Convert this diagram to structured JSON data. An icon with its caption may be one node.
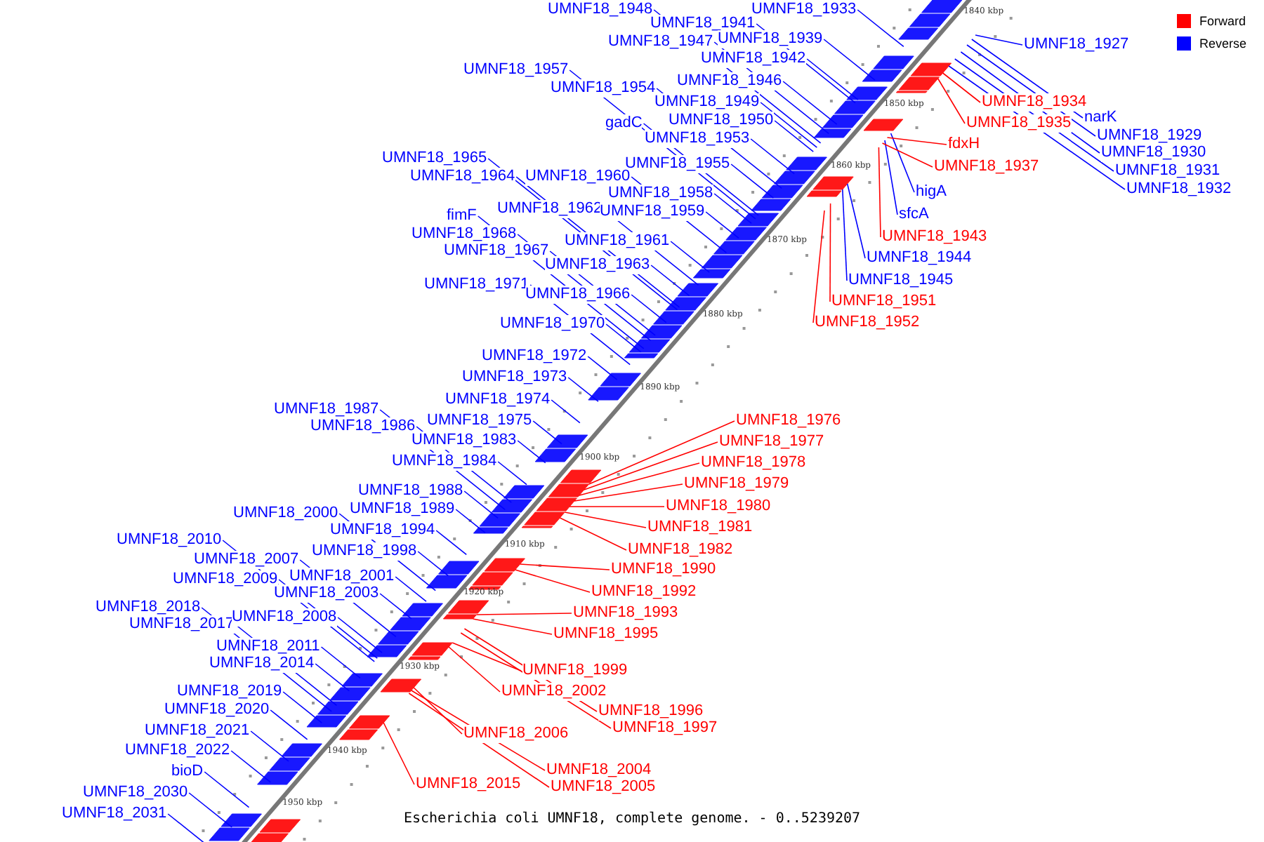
{
  "diagram": {
    "caption": "Escherichia coli UMNF18, complete genome. - 0..5239207",
    "nodes": [
      {
        "text": [
          "UMNF18_1948"
        ]
      },
      {
        "text": [
          "UMNF18_1933"
        ]
      },
      {
        "text": [
          "UMNF18_1941"
        ]
      },
      {
        "text": [
          "UMNF18_1939"
        ]
      },
      {
        "text": [
          "UMNF18_1947"
        ]
      },
      {
        "text": [
          "UMNF18_1942"
        ]
      },
      {
        "text": [
          "UMNF18_1957"
        ]
      },
      {
        "text": [
          "UMNF18_1946"
        ]
      },
      {
        "text": [
          "UMNF18_1954"
        ]
      },
      {
        "text": [
          "UMNF18_1949"
        ]
      },
      {
        "text": [
          "UMNF18_1950"
        ]
      },
      {
        "text": [
          "gadC"
        ]
      },
      {
        "text": [
          "UMNF18_1953"
        ]
      },
      {
        "text": [
          "UMNF18_1955"
        ]
      },
      {
        "text": [
          "UMNF18_1965"
        ]
      },
      {
        "text": [
          "UMNF18_1964"
        ]
      },
      {
        "text": [
          "UMNF18_1960"
        ]
      },
      {
        "text": [
          "UMNF18_1958"
        ]
      },
      {
        "text": [
          "UMNF18_1962"
        ]
      },
      {
        "text": [
          "UMNF18_1959"
        ]
      },
      {
        "text": [
          "fimF"
        ]
      },
      {
        "text": [
          "UMNF18_1968"
        ]
      },
      {
        "text": [
          "UMNF18_1961"
        ]
      },
      {
        "text": [
          "UMNF18_1967"
        ]
      },
      {
        "text": [
          "UMNF18_1963"
        ]
      },
      {
        "text": [
          "UMNF18_1971"
        ]
      },
      {
        "text": [
          "UMNF18_1966"
        ]
      },
      {
        "text": [
          "UMNF18_1970"
        ]
      },
      {
        "text": [
          "UMNF18_1972"
        ]
      },
      {
        "text": [
          "UMNF18_1973"
        ]
      },
      {
        "text": [
          "UMNF18_1974"
        ]
      },
      {
        "text": [
          "UMNF18_1987"
        ]
      },
      {
        "text": [
          "UMNF18_1975"
        ]
      },
      {
        "text": [
          "UMNF18_1986"
        ]
      },
      {
        "text": [
          "UMNF18_1983"
        ]
      },
      {
        "text": [
          "UMNF18_1984"
        ]
      },
      {
        "text": [
          "UMNF18_1988"
        ]
      },
      {
        "text": [
          "UMNF18_1989"
        ]
      },
      {
        "text": [
          "UMNF18_2000"
        ]
      },
      {
        "text": [
          "UMNF18_1994"
        ]
      },
      {
        "text": [
          "UMNF18_2010"
        ]
      },
      {
        "text": [
          "UMNF18_1998"
        ]
      },
      {
        "text": [
          "UMNF18_2007"
        ]
      },
      {
        "text": [
          "UMNF18_2009"
        ]
      },
      {
        "text": [
          "UMNF18_2001"
        ]
      },
      {
        "text": [
          "UMNF18_2003"
        ]
      },
      {
        "text": [
          "UMNF18_2018"
        ]
      },
      {
        "text": [
          "UMNF18_2017"
        ]
      },
      {
        "text": [
          "UMNF18_2008"
        ]
      },
      {
        "text": [
          "UMNF18_2011"
        ]
      },
      {
        "text": [
          "UMNF18_2014"
        ]
      },
      {
        "text": [
          "UMNF18_2019"
        ]
      },
      {
        "text": [
          "UMNF18_2020"
        ]
      },
      {
        "text": [
          "UMNF18_2021"
        ]
      },
      {
        "text": [
          "UMNF18_2022"
        ]
      },
      {
        "text": [
          "bioD"
        ]
      },
      {
        "text": [
          "UMNF18_2030"
        ]
      },
      {
        "text": [
          "UMNF18_2031"
        ]
      },
      {
        "text": [
          "UMNF18_1927"
        ]
      },
      {
        "text": [
          "narK"
        ]
      },
      {
        "text": [
          "UMNF18_1929"
        ]
      },
      {
        "text": [
          "UMNF18_1930"
        ]
      },
      {
        "text": [
          "UMNF18_1931"
        ]
      },
      {
        "text": [
          "UMNF18_1932"
        ]
      },
      {
        "text": [
          "higA"
        ]
      },
      {
        "text": [
          "sfcA"
        ]
      },
      {
        "text": [
          "UMNF18_1944"
        ]
      },
      {
        "text": [
          "UMNF18_1945"
        ]
      },
      {
        "text": [
          "UMNF18_1934"
        ]
      },
      {
        "text": [
          "UMNF18_1935"
        ]
      },
      {
        "text": [
          "fdxH"
        ]
      },
      {
        "text": [
          "UMNF18_1937"
        ]
      },
      {
        "text": [
          "UMNF18_1943"
        ]
      },
      {
        "text": [
          "UMNF18_1951"
        ]
      },
      {
        "text": [
          "UMNF18_1952"
        ]
      },
      {
        "text": [
          "UMNF18_1976"
        ]
      },
      {
        "text": [
          "UMNF18_1977"
        ]
      },
      {
        "text": [
          "UMNF18_1978"
        ]
      },
      {
        "text": [
          "UMNF18_1979"
        ]
      },
      {
        "text": [
          "UMNF18_1980"
        ]
      },
      {
        "text": [
          "UMNF18_1981"
        ]
      },
      {
        "text": [
          "UMNF18_1982"
        ]
      },
      {
        "text": [
          "UMNF18_1990"
        ]
      },
      {
        "text": [
          "UMNF18_1992"
        ]
      },
      {
        "text": [
          "UMNF18_1993"
        ]
      },
      {
        "text": [
          "UMNF18_1995"
        ]
      },
      {
        "text": [
          "UMNF18_1999"
        ]
      },
      {
        "text": [
          "UMNF18_2002"
        ]
      },
      {
        "text": [
          "UMNF18_1996"
        ]
      },
      {
        "text": [
          "UMNF18_1997"
        ]
      },
      {
        "text": [
          "UMNF18_2006"
        ]
      },
      {
        "text": [
          "UMNF18_2015"
        ]
      },
      {
        "text": [
          "UMNF18_2004"
        ]
      },
      {
        "text": [
          "UMNF18_2005"
        ]
      }
    ],
    "edges": [
      {
        "from": 0,
        "to": null,
        "arrow": "none"
      },
      {
        "from": 1,
        "to": null,
        "arrow": "none"
      },
      {
        "from": 2,
        "to": null,
        "arrow": "none"
      },
      {
        "from": 3,
        "to": null,
        "arrow": "none"
      },
      {
        "from": 4,
        "to": null,
        "arrow": "none"
      },
      {
        "from": 5,
        "to": null,
        "arrow": "none"
      },
      {
        "from": 6,
        "to": null,
        "arrow": "none"
      },
      {
        "from": 7,
        "to": null,
        "arrow": "none"
      },
      {
        "from": 8,
        "to": null,
        "arrow": "none"
      },
      {
        "from": 9,
        "to": null,
        "arrow": "none"
      },
      {
        "from": 10,
        "to": null,
        "arrow": "none"
      },
      {
        "from": 11,
        "to": null,
        "arrow": "none"
      },
      {
        "from": 12,
        "to": null,
        "arrow": "none"
      },
      {
        "from": 13,
        "to": null,
        "arrow": "none"
      },
      {
        "from": 14,
        "to": null,
        "arrow": "none"
      },
      {
        "from": 15,
        "to": null,
        "arrow": "none"
      },
      {
        "from": 16,
        "to": null,
        "arrow": "none"
      },
      {
        "from": 17,
        "to": null,
        "arrow": "none"
      },
      {
        "from": 18,
        "to": null,
        "arrow": "none"
      },
      {
        "from": 19,
        "to": null,
        "arrow": "none"
      },
      {
        "from": 20,
        "to": null,
        "arrow": "none"
      },
      {
        "from": 21,
        "to": null,
        "arrow": "none"
      },
      {
        "from": 22,
        "to": null,
        "arrow": "none"
      },
      {
        "from": 23,
        "to": null,
        "arrow": "none"
      },
      {
        "from": 24,
        "to": null,
        "arrow": "none"
      },
      {
        "from": 25,
        "to": null,
        "arrow": "none"
      },
      {
        "from": 26,
        "to": null,
        "arrow": "none"
      },
      {
        "from": 27,
        "to": null,
        "arrow": "none"
      },
      {
        "from": 28,
        "to": null,
        "arrow": "none"
      },
      {
        "from": 29,
        "to": null,
        "arrow": "none"
      },
      {
        "from": 30,
        "to": null,
        "arrow": "none"
      },
      {
        "from": 31,
        "to": null,
        "arrow": "none"
      },
      {
        "from": 32,
        "to": null,
        "arrow": "none"
      },
      {
        "from": 33,
        "to": null,
        "arrow": "none"
      },
      {
        "from": 34,
        "to": null,
        "arrow": "none"
      },
      {
        "from": 35,
        "to": null,
        "arrow": "none"
      },
      {
        "from": 36,
        "to": null,
        "arrow": "none"
      },
      {
        "from": 37,
        "to": null,
        "arrow": "none"
      },
      {
        "from": 38,
        "to": null,
        "arrow": "none"
      },
      {
        "from": 39,
        "to": null,
        "arrow": "none"
      },
      {
        "from": 40,
        "to": null,
        "arrow": "none"
      },
      {
        "from": 41,
        "to": null,
        "arrow": "none"
      },
      {
        "from": 42,
        "to": null,
        "arrow": "none"
      },
      {
        "from": 43,
        "to": null,
        "arrow": "none"
      },
      {
        "from": 44,
        "to": null,
        "arrow": "none"
      },
      {
        "from": 45,
        "to": null,
        "arrow": "none"
      },
      {
        "from": 46,
        "to": null,
        "arrow": "none"
      },
      {
        "from": 47,
        "to": null,
        "arrow": "none"
      },
      {
        "from": 48,
        "to": null,
        "arrow": "none"
      },
      {
        "from": 49,
        "to": null,
        "arrow": "none"
      },
      {
        "from": 50,
        "to": null,
        "arrow": "none"
      },
      {
        "from": 51,
        "to": null,
        "arrow": "none"
      },
      {
        "from": 52,
        "to": null,
        "arrow": "none"
      },
      {
        "from": 53,
        "to": null,
        "arrow": "none"
      },
      {
        "from": 54,
        "to": null,
        "arrow": "none"
      },
      {
        "from": 55,
        "to": null,
        "arrow": "none"
      },
      {
        "from": 56,
        "to": null,
        "arrow": "none"
      },
      {
        "from": 57,
        "to": null,
        "arrow": "none"
      },
      {
        "from": 58,
        "to": null,
        "arrow": "none"
      },
      {
        "from": 59,
        "to": null,
        "arrow": "none"
      },
      {
        "from": 60,
        "to": null,
        "arrow": "none"
      },
      {
        "from": 61,
        "to": null,
        "arrow": "none"
      },
      {
        "from": 62,
        "to": null,
        "arrow": "none"
      },
      {
        "from": 63,
        "to": null,
        "arrow": "none"
      },
      {
        "from": 64,
        "to": null,
        "arrow": "none"
      },
      {
        "from": 65,
        "to": null,
        "arrow": "none"
      },
      {
        "from": 66,
        "to": null,
        "arrow": "none"
      },
      {
        "from": 67,
        "to": null,
        "arrow": "none"
      },
      {
        "from": 68,
        "to": null,
        "arrow": "none",
        "color": "#ff0000"
      },
      {
        "from": 69,
        "to": null,
        "arrow": "none",
        "color": "#ff0000"
      },
      {
        "from": 70,
        "to": null,
        "arrow": "none",
        "color": "#ff0000"
      },
      {
        "from": 71,
        "to": null,
        "arrow": "none",
        "color": "#ff0000"
      },
      {
        "from": 72,
        "to": null,
        "arrow": "none",
        "color": "#ff0000"
      },
      {
        "from": 73,
        "to": null,
        "arrow": "none",
        "color": "#ff0000"
      },
      {
        "from": 74,
        "to": null,
        "arrow": "none",
        "color": "#ff0000"
      },
      {
        "from": 75,
        "to": null,
        "arrow": "none",
        "color": "#ff0000"
      },
      {
        "from": 76,
        "to": null,
        "arrow": "none",
        "color": "#ff0000"
      },
      {
        "from": 77,
        "to": null,
        "arrow": "none",
        "color": "#ff0000"
      },
      {
        "from": 78,
        "to": null,
        "arrow": "none",
        "color": "#ff0000"
      },
      {
        "from": 79,
        "to": null,
        "arrow": "none",
        "color": "#ff0000"
      },
      {
        "from": 80,
        "to": null,
        "arrow": "none",
        "color": "#ff0000"
      },
      {
        "from": 81,
        "to": null,
        "arrow": "none",
        "color": "#ff0000"
      },
      {
        "from": 82,
        "to": null,
        "arrow": "none",
        "color": "#ff0000"
      },
      {
        "from": 83,
        "to": null,
        "arrow": "none",
        "color": "#ff0000"
      },
      {
        "from": 84,
        "to": null,
        "arrow": "none",
        "color": "#ff0000"
      },
      {
        "from": 85,
        "to": null,
        "arrow": "none",
        "color": "#ff0000"
      },
      {
        "from": 86,
        "to": null,
        "arrow": "none",
        "color": "#ff0000"
      },
      {
        "from": 87,
        "to": null,
        "arrow": "none",
        "color": "#ff0000"
      },
      {
        "from": 88,
        "to": null,
        "arrow": "none",
        "color": "#ff0000"
      },
      {
        "from": 89,
        "to": null,
        "arrow": "none",
        "color": "#ff0000"
      },
      {
        "from": 90,
        "to": null,
        "arrow": "none",
        "color": "#ff0000"
      },
      {
        "from": 91,
        "to": null,
        "arrow": "none",
        "color": "#ff0000"
      },
      {
        "from": 92,
        "to": null,
        "arrow": "none",
        "color": "#ff0000"
      },
      {
        "from": 93,
        "to": null,
        "arrow": "none",
        "color": "#ff0000"
      }
    ],
    "labels": [
      "1840 kbp",
      "1850 kbp",
      "1860 kbp",
      "1870 kbp",
      "1880 kbp",
      "1890 kbp",
      "1900 kbp",
      "1910 kbp",
      "1920 kbp",
      "1930 kbp",
      "1940 kbp",
      "1950 kbp"
    ],
    "legend": [
      {
        "text": "Forward",
        "color": "#ff0000"
      },
      {
        "text": "Reverse",
        "color": "#0000ff"
      }
    ]
  }
}
